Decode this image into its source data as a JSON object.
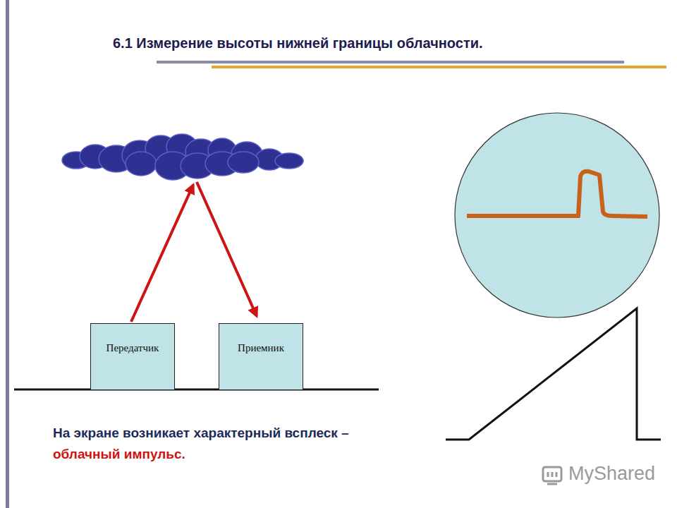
{
  "diagram": {
    "title": "6.1 Измерение высоты нижней границы облачности.",
    "nodes": [
      {
        "text": [
          "Передатчик"
        ]
      },
      {
        "text": [
          "Приемник"
        ]
      }
    ],
    "labels": [
      "На экране возникает характерный всплеск –",
      "облачный импульс.",
      "MyShared"
    ]
  }
}
